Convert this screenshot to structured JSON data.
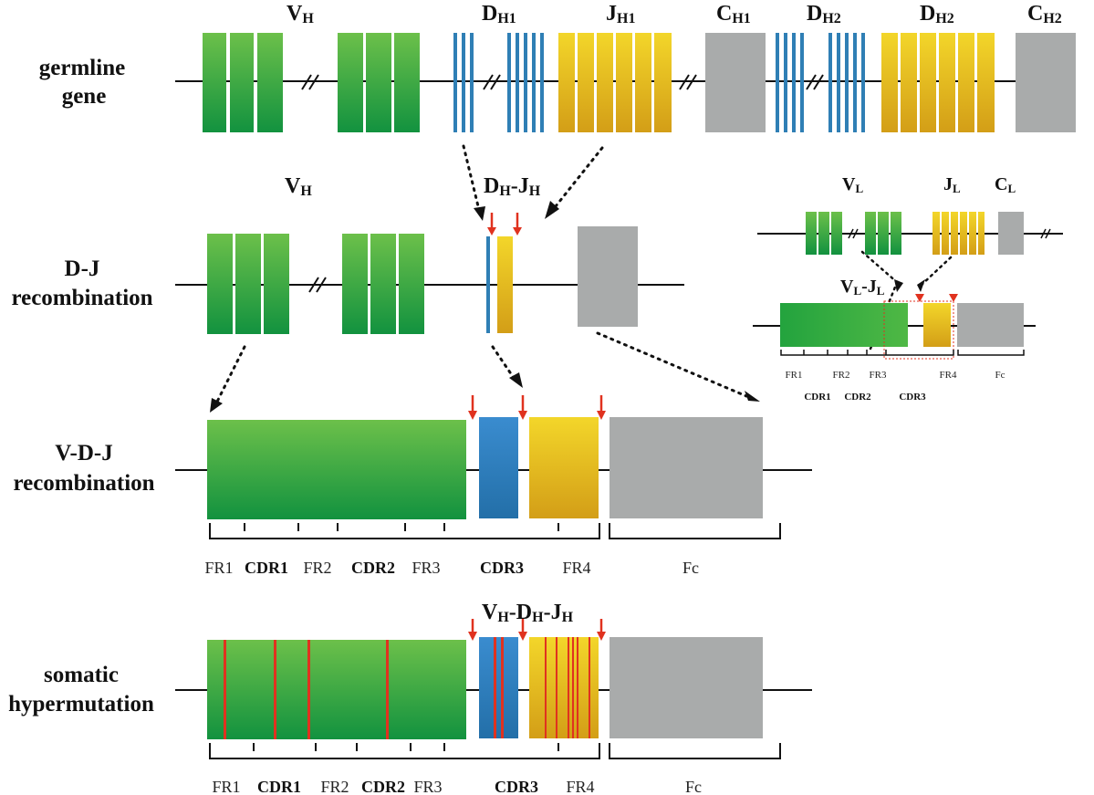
{
  "colors": {
    "v_gene": "#2fa83c",
    "d_gene": "#2f7fb5",
    "j_gene": "#e3b919",
    "c_gene": "#a9abab",
    "mutation": "#e0321f",
    "arrow": "#111111"
  },
  "rows": {
    "germline": {
      "label_l1": "germline",
      "label_l2": "gene"
    },
    "dj": {
      "label_l1": "D-J",
      "label_l2": "recombination"
    },
    "vdj": {
      "label_l1": "V-D-J",
      "label_l2": "recombination"
    },
    "shm": {
      "label_l1": "somatic",
      "label_l2": "hypermutation"
    }
  },
  "germline_labels": {
    "vh": {
      "main": "V",
      "sub": "H"
    },
    "dh1": {
      "main": "D",
      "sub": "H1"
    },
    "jh1": {
      "main": "J",
      "sub": "H1"
    },
    "ch1": {
      "main": "C",
      "sub": "H1"
    },
    "dh2": {
      "main": "D",
      "sub": "H2"
    },
    "dh2b": {
      "main": "D",
      "sub": "H2"
    },
    "ch2": {
      "main": "C",
      "sub": "H2"
    }
  },
  "dj_labels": {
    "vh": {
      "main": "V",
      "sub": "H"
    },
    "djh": {
      "d": "D",
      "d_sub": "H",
      "sep": "-",
      "j": "J",
      "j_sub": "H"
    }
  },
  "light_chain": {
    "vl": {
      "main": "V",
      "sub": "L"
    },
    "jl": {
      "main": "J",
      "sub": "L"
    },
    "cl": {
      "main": "C",
      "sub": "L"
    },
    "vljl": {
      "v": "V",
      "v_sub": "L",
      "sep": "-",
      "j": "J",
      "j_sub": "L"
    },
    "regions": {
      "fr1": "FR1",
      "fr2": "FR2",
      "fr3": "FR3",
      "fr4": "FR4",
      "fc": "Fc",
      "cdr1": "CDR1",
      "cdr2": "CDR2",
      "cdr3": "CDR3"
    }
  },
  "vdj_regions": {
    "fr1": "FR1",
    "cdr1": "CDR1",
    "fr2": "FR2",
    "cdr2": "CDR2",
    "fr3": "FR3",
    "cdr3": "CDR3",
    "fr4": "FR4",
    "fc": "Fc"
  },
  "shm_title": {
    "v": "V",
    "v_sub": "H",
    "sep1": "-",
    "d": "D",
    "d_sub": "H",
    "sep2": "-",
    "j": "J",
    "j_sub": "H"
  },
  "shm_regions": {
    "fr1": "FR1",
    "cdr1": "CDR1",
    "fr2": "FR2",
    "cdr2": "CDR2",
    "fr3": "FR3",
    "cdr3": "CDR3",
    "fr4": "FR4",
    "fc": "Fc"
  }
}
